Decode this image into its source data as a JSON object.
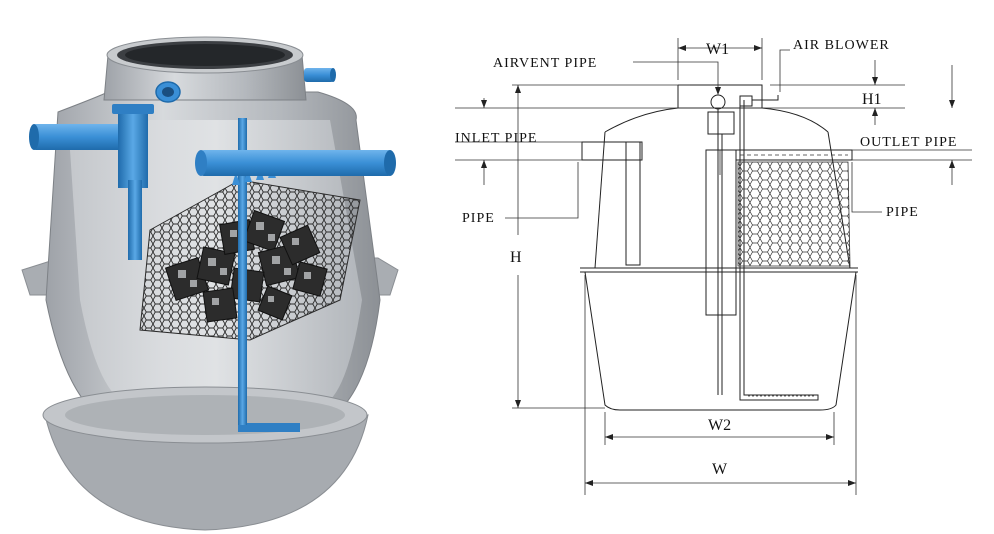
{
  "labels": {
    "airvent_pipe": "AIRVENT PIPE",
    "air_blower": "AIR BLOWER",
    "inlet_pipe": "INLET PIPE",
    "outlet_pipe": "OUTLET PIPE",
    "pipe_left": "PIPE",
    "pipe_right": "PIPE"
  },
  "dimensions": {
    "w1": "W1",
    "h1": "H1",
    "h": "H",
    "w2": "W2",
    "w": "W"
  },
  "colors": {
    "tank_body": "#b9bdc3",
    "tank_shadow": "#8d9196",
    "pipe_blue": "#3a8fd6",
    "media_dark": "#2a2a2a",
    "line": "#222222"
  }
}
